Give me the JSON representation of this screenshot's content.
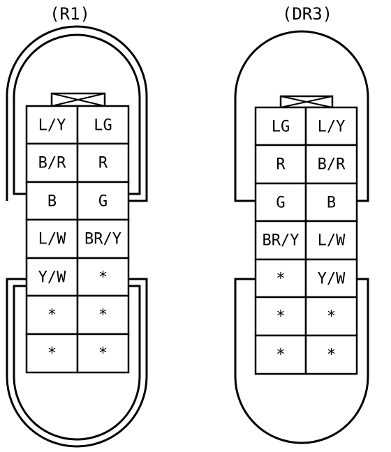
{
  "connectors": [
    {
      "title": "(R1)",
      "rows": [
        [
          "L/Y",
          "LG"
        ],
        [
          "B/R",
          "R"
        ],
        [
          "B",
          "G"
        ],
        [
          "L/W",
          "BR/Y"
        ],
        [
          "Y/W",
          "*"
        ],
        [
          "*",
          "*"
        ],
        [
          "*",
          "*"
        ]
      ]
    },
    {
      "title": "(DR3)",
      "rows": [
        [
          "LG",
          "L/Y"
        ],
        [
          "R",
          "B/R"
        ],
        [
          "G",
          "B"
        ],
        [
          "BR/Y",
          "L/W"
        ],
        [
          "*",
          "Y/W"
        ],
        [
          "*",
          "*"
        ],
        [
          "*",
          "*"
        ]
      ]
    }
  ]
}
